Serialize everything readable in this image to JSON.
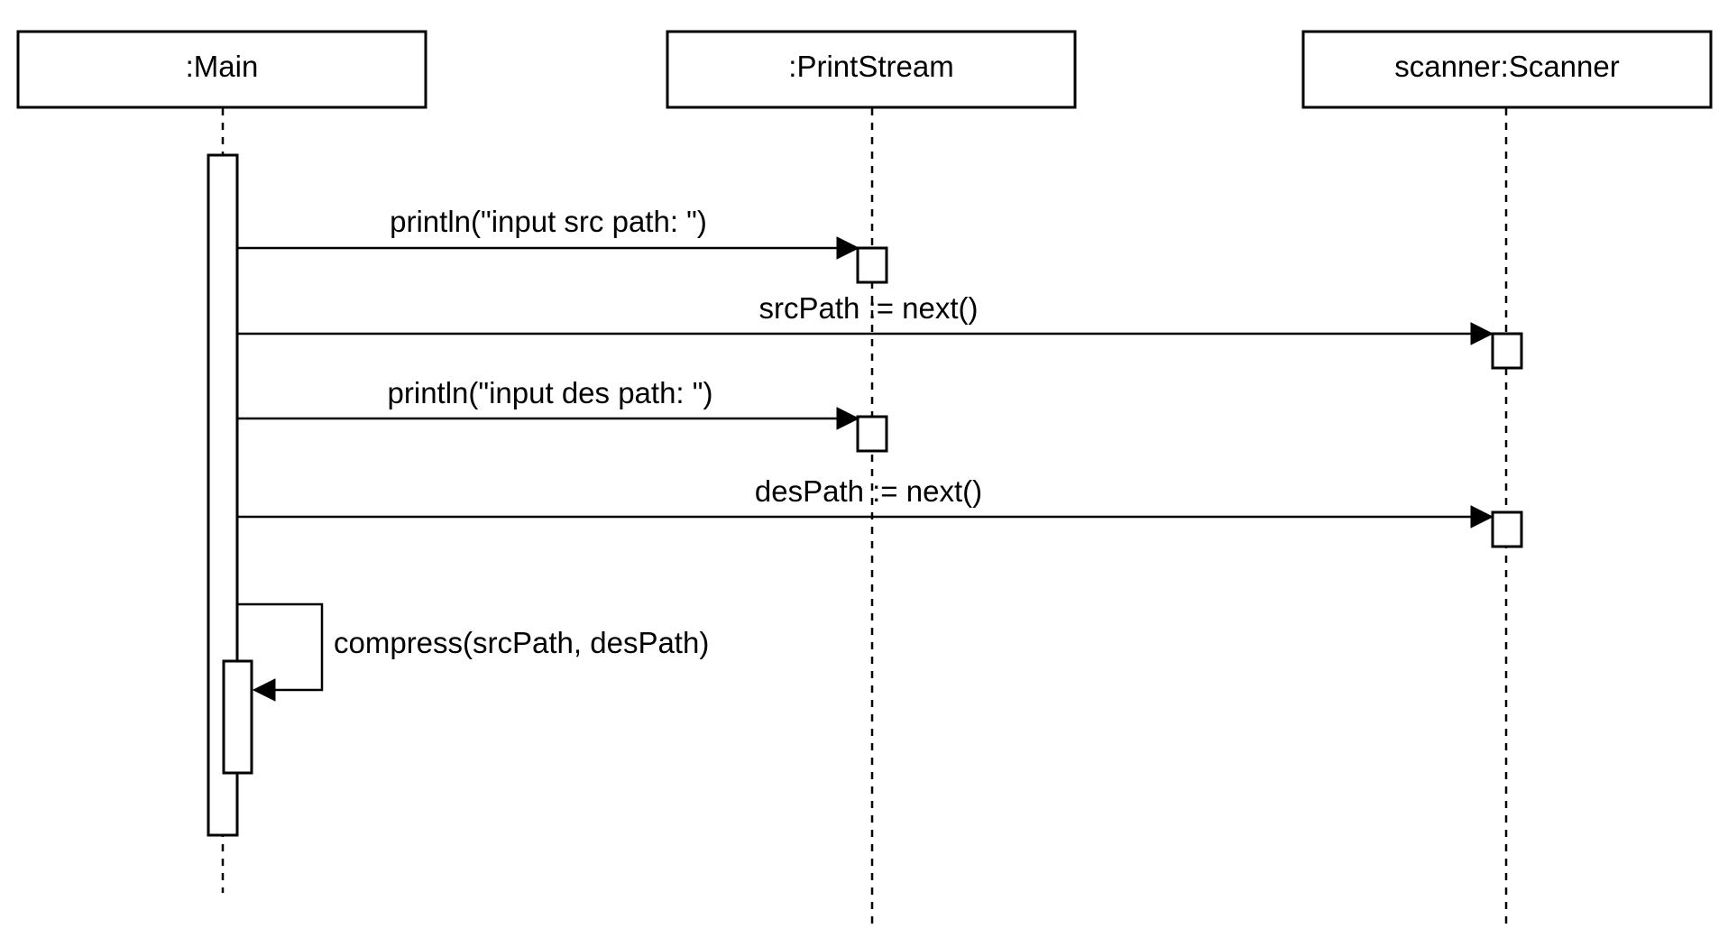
{
  "participants": [
    {
      "id": "main",
      "label": ":Main"
    },
    {
      "id": "printstream",
      "label": ":PrintStream"
    },
    {
      "id": "scanner",
      "label": "scanner:Scanner"
    }
  ],
  "messages": [
    {
      "from": ":Main",
      "to": ":PrintStream",
      "label": "println(\"input src path: \")"
    },
    {
      "from": ":Main",
      "to": "scanner:Scanner",
      "label": "srcPath := next()"
    },
    {
      "from": ":Main",
      "to": ":PrintStream",
      "label": "println(\"input des path: \")"
    },
    {
      "from": ":Main",
      "to": "scanner:Scanner",
      "label": "desPath := next()"
    },
    {
      "from": ":Main",
      "to": ":Main",
      "label": "compress(srcPath, desPath)"
    }
  ]
}
